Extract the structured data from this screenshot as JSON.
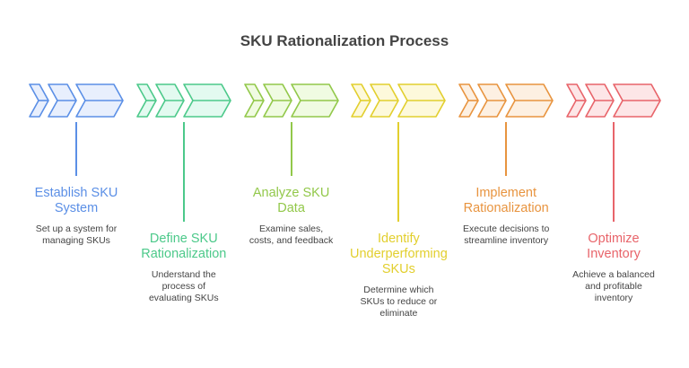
{
  "title": "SKU Rationalization Process",
  "steps": [
    {
      "title": "Establish SKU System",
      "title_lines": [
        "Establish SKU",
        "System"
      ],
      "desc_lines": [
        "Set up a system for",
        "managing SKUs"
      ],
      "stroke": "#5b8fe6",
      "fill": "#e8effd",
      "icon": "chevron-arrows-icon"
    },
    {
      "title": "Define SKU Rationalization",
      "title_lines": [
        "Define SKU",
        "Rationalization"
      ],
      "desc_lines": [
        "Understand the",
        "process of",
        "evaluating SKUs"
      ],
      "stroke": "#4cc98a",
      "fill": "#e3faf0",
      "icon": "chevron-arrows-icon"
    },
    {
      "title": "Analyze SKU Data",
      "title_lines": [
        "Analyze SKU",
        "Data"
      ],
      "desc_lines": [
        "Examine sales,",
        "costs, and feedback"
      ],
      "stroke": "#92c84a",
      "fill": "#f0fbe2",
      "icon": "chevron-arrows-icon"
    },
    {
      "title": "Identify Underperforming SKUs",
      "title_lines": [
        "Identify",
        "Underperforming",
        "SKUs"
      ],
      "desc_lines": [
        "Determine which",
        "SKUs to reduce or",
        "eliminate"
      ],
      "stroke": "#e2cf2e",
      "fill": "#fdf9db",
      "icon": "chevron-arrows-icon"
    },
    {
      "title": "Implement Rationalization",
      "title_lines": [
        "Implement",
        "Rationalization"
      ],
      "desc_lines": [
        "Execute decisions to",
        "streamline inventory"
      ],
      "stroke": "#e8943f",
      "fill": "#fdf0e2",
      "icon": "chevron-arrows-icon"
    },
    {
      "title": "Optimize Inventory",
      "title_lines": [
        "Optimize",
        "Inventory"
      ],
      "desc_lines": [
        "Achieve a balanced",
        "and profitable",
        "inventory"
      ],
      "stroke": "#e8646a",
      "fill": "#fde6e7",
      "icon": "chevron-arrows-icon"
    }
  ]
}
